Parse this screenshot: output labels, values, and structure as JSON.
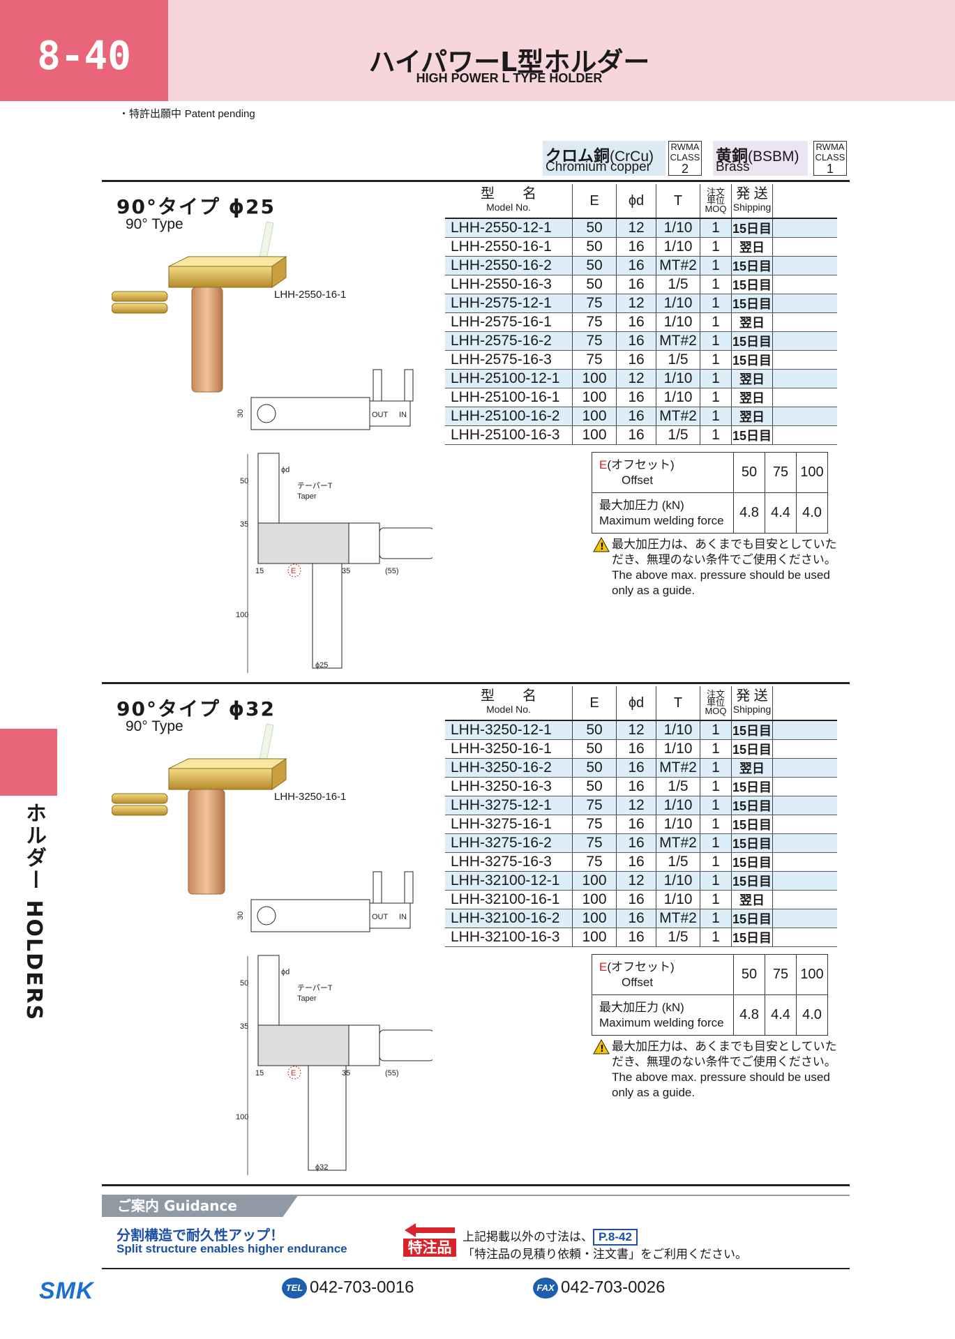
{
  "header": {
    "page_number": "8-40",
    "title_jp": "ハイパワーL型ホルダー",
    "title_en": "HIGH POWER L TYPE HOLDER",
    "patent_jp": "・特許出願中",
    "patent_en": "Patent pending"
  },
  "materials": {
    "crcu_jp": "クロム銅",
    "crcu_code": "(CrCu)",
    "crcu_en": "Chromium copper",
    "crcu_rwma": [
      "RWMA",
      "CLASS",
      "2"
    ],
    "bsbm_jp": "黄銅",
    "bsbm_code": "(BSBM)",
    "bsbm_en": "Brass",
    "bsbm_rwma": [
      "RWMA",
      "CLASS",
      "1"
    ]
  },
  "table_headers": {
    "model_jp": "型　　名",
    "model_en": "Model No.",
    "e": "E",
    "d": "ϕd",
    "t": "T",
    "moq_jp1": "注文",
    "moq_jp2": "単位",
    "moq_en": "MOQ",
    "ship_jp": "発 送",
    "ship_en": "Shipping"
  },
  "sections": [
    {
      "title": "90°タイプ ϕ25",
      "subtitle": "90° Type",
      "product_label": "LHH-2550-16-1",
      "rows": [
        [
          "LHH-2550-12-1",
          "50",
          "12",
          "1/10",
          "1",
          "15日目"
        ],
        [
          "LHH-2550-16-1",
          "50",
          "16",
          "1/10",
          "1",
          "翌日"
        ],
        [
          "LHH-2550-16-2",
          "50",
          "16",
          "MT#2",
          "1",
          "15日目"
        ],
        [
          "LHH-2550-16-3",
          "50",
          "16",
          "1/5",
          "1",
          "15日目"
        ],
        [
          "LHH-2575-12-1",
          "75",
          "12",
          "1/10",
          "1",
          "15日目"
        ],
        [
          "LHH-2575-16-1",
          "75",
          "16",
          "1/10",
          "1",
          "翌日"
        ],
        [
          "LHH-2575-16-2",
          "75",
          "16",
          "MT#2",
          "1",
          "15日目"
        ],
        [
          "LHH-2575-16-3",
          "75",
          "16",
          "1/5",
          "1",
          "15日目"
        ],
        [
          "LHH-25100-12-1",
          "100",
          "12",
          "1/10",
          "1",
          "翌日"
        ],
        [
          "LHH-25100-16-1",
          "100",
          "16",
          "1/10",
          "1",
          "翌日"
        ],
        [
          "LHH-25100-16-2",
          "100",
          "16",
          "MT#2",
          "1",
          "翌日"
        ],
        [
          "LHH-25100-16-3",
          "100",
          "16",
          "1/5",
          "1",
          "15日目"
        ]
      ],
      "drawing": {
        "dim30": "30",
        "out": "OUT",
        "in": "IN",
        "phi_d": "ϕd",
        "taper_jp": "テーパーT",
        "taper_en": "Taper",
        "d50": "50",
        "d35": "35",
        "d15": "15",
        "e": "E",
        "h35": "35",
        "h55": "(55)",
        "d100": "100",
        "dia": "ϕ25"
      }
    },
    {
      "title": "90°タイプ ϕ32",
      "subtitle": "90° Type",
      "product_label": "LHH-3250-16-1",
      "rows": [
        [
          "LHH-3250-12-1",
          "50",
          "12",
          "1/10",
          "1",
          "15日目"
        ],
        [
          "LHH-3250-16-1",
          "50",
          "16",
          "1/10",
          "1",
          "15日目"
        ],
        [
          "LHH-3250-16-2",
          "50",
          "16",
          "MT#2",
          "1",
          "翌日"
        ],
        [
          "LHH-3250-16-3",
          "50",
          "16",
          "1/5",
          "1",
          "15日目"
        ],
        [
          "LHH-3275-12-1",
          "75",
          "12",
          "1/10",
          "1",
          "15日目"
        ],
        [
          "LHH-3275-16-1",
          "75",
          "16",
          "1/10",
          "1",
          "15日目"
        ],
        [
          "LHH-3275-16-2",
          "75",
          "16",
          "MT#2",
          "1",
          "15日目"
        ],
        [
          "LHH-3275-16-3",
          "75",
          "16",
          "1/5",
          "1",
          "15日目"
        ],
        [
          "LHH-32100-12-1",
          "100",
          "12",
          "1/10",
          "1",
          "15日目"
        ],
        [
          "LHH-32100-16-1",
          "100",
          "16",
          "1/10",
          "1",
          "翌日"
        ],
        [
          "LHH-32100-16-2",
          "100",
          "16",
          "MT#2",
          "1",
          "15日目"
        ],
        [
          "LHH-32100-16-3",
          "100",
          "16",
          "1/5",
          "1",
          "15日目"
        ]
      ],
      "drawing": {
        "dim30": "30",
        "out": "OUT",
        "in": "IN",
        "phi_d": "ϕd",
        "taper_jp": "テーパーT",
        "taper_en": "Taper",
        "d50": "50",
        "d35": "35",
        "d15": "15",
        "e": "E",
        "h35": "35",
        "h55": "(55)",
        "d100": "100",
        "dia": "ϕ32"
      }
    }
  ],
  "offset_table": {
    "e_symbol": "E",
    "offset_jp": "(オフセット)",
    "offset_en": "Offset",
    "offset_values": [
      "50",
      "75",
      "100"
    ],
    "force_jp": "最大加圧力 (kN)",
    "force_en": "Maximum welding force",
    "force_values": [
      "4.8",
      "4.4",
      "4.0"
    ]
  },
  "note": {
    "jp_line1": "最大加圧力は、あくまでも目安としていた",
    "jp_line2": "だき、無理のない条件でご使用ください。",
    "en_line1": "The above max. pressure should be used",
    "en_line2": "only as a guide."
  },
  "side_tab": "ホルダー HOLDERS",
  "guidance": {
    "label": "ご案内 Guidance",
    "jp": "分割構造で耐久性アップ！",
    "en": "Split structure enables higher endurance",
    "special_label": "特注品",
    "special_line1_pre": "上記掲載以外の寸法は、",
    "special_ref": "P.8-42",
    "special_line2": "「特注品の見積り依頼・注文書」をご利用ください。"
  },
  "footer": {
    "logo": "SMK",
    "tel_badge": "TEL",
    "tel": "042-703-0016",
    "fax_badge": "FAX",
    "fax": "042-703-0026"
  },
  "colors": {
    "accent_pink": "#e9667a",
    "header_band": "#f6d5dc",
    "row_blue": "#ddeef8",
    "guide_blue": "#1b50a6",
    "red": "#d8232a"
  }
}
